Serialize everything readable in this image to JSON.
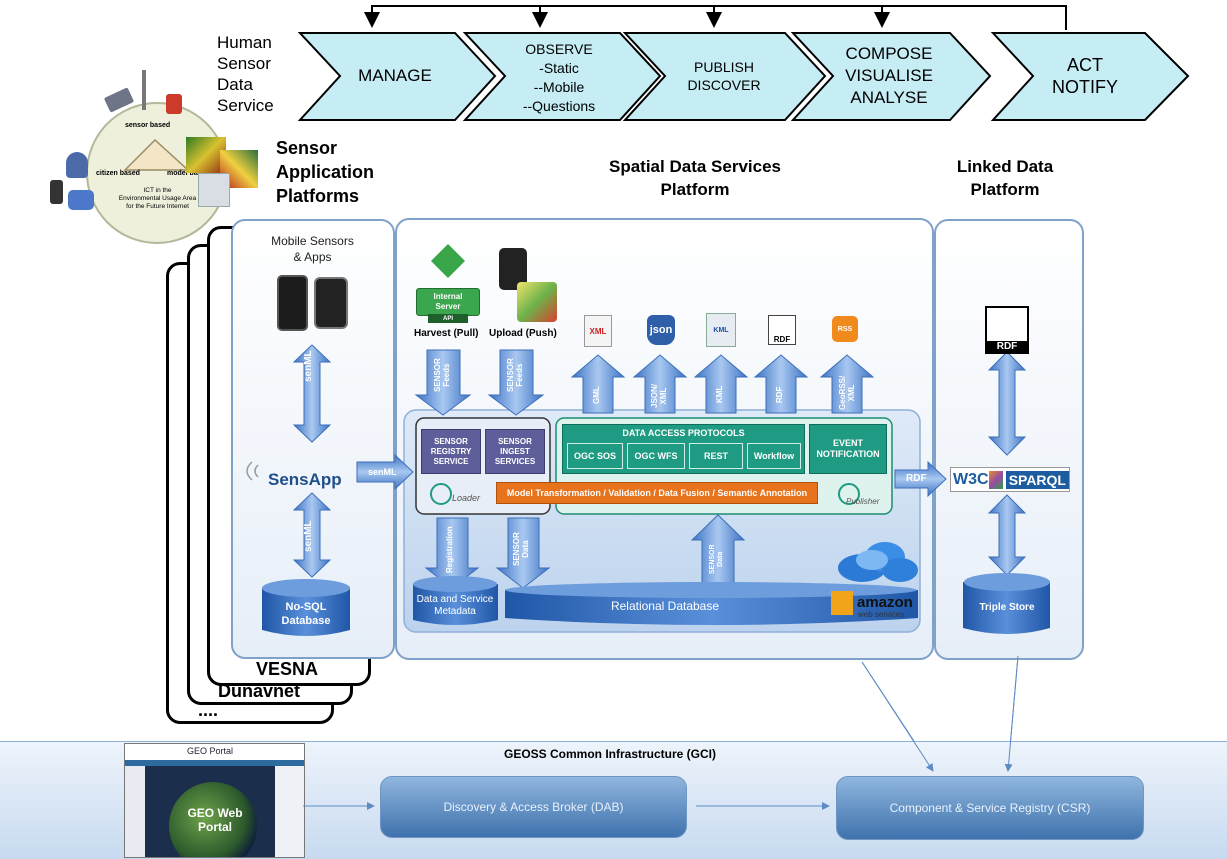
{
  "service_title": "Human\nSensor\nData\nService",
  "chevrons": [
    {
      "label": "MANAGE"
    },
    {
      "label": "OBSERVE\n-Static\n--Mobile\n--Questions"
    },
    {
      "label": "PUBLISH\nDISCOVER"
    },
    {
      "label": "COMPOSE\nVISUALISE\nANALYSE"
    },
    {
      "label": "ACT\nNOTIFY"
    }
  ],
  "circle_diagram": {
    "top": "sensor based",
    "left": "citizen based",
    "right": "model based",
    "caption": "ICT in the\nEnvironmental Usage Area\nfor the Future Internet"
  },
  "headings": {
    "sensor_platforms": "Sensor\nApplication\nPlatforms",
    "spatial": "Spatial Data Services\nPlatform",
    "linked": "Linked Data\nPlatform"
  },
  "mobile": {
    "title": "Mobile Sensors\n& Apps",
    "senml_top": "senML",
    "senml_bottom": "senML",
    "sensapp": "SensApp",
    "db": "No-SQL\nDatabase",
    "senml_right": "senML"
  },
  "stack_labels": [
    "VESNA",
    "Dunavnet",
    "...."
  ],
  "spatial": {
    "internal_server": "Internal\nServer",
    "api": "API",
    "harvest": "Harvest (Pull)",
    "upload": "Upload (Push)",
    "sensor_feeds_1": "SENSOR\nFeeds",
    "sensor_feeds_2": "SENSOR\nFeeds",
    "up_arrows": [
      "GML",
      "JSON/\nXML",
      "KML",
      "RDF",
      "GeoRSS/\nXML"
    ],
    "format_icons": [
      "XML",
      "json",
      "KML",
      "RDF",
      "RSS"
    ],
    "registry": "SENSOR\nREGISTRY\nSERVICE",
    "ingest": "SENSOR\nINGEST\nSERVICES",
    "loader": "Loader",
    "dap_title": "DATA ACCESS PROTOCOLS",
    "protocols": [
      "OGC SOS",
      "OGC WFS",
      "REST",
      "Workflow"
    ],
    "event": "EVENT\nNOTIFICATION",
    "model_transform": "Model Transformation / Validation / Data Fusion / Semantic Annotation",
    "publisher": "Publisher",
    "registration": "Registration",
    "sensor_data_1": "SENSOR\nData",
    "sensor_data_2": "SENSOR\nData",
    "metadata_db": "Data and Service\nMetadata",
    "relational_db": "Relational Database",
    "amazon": "amazon",
    "webservices": "web services",
    "rdf_out": "RDF"
  },
  "linked": {
    "rdf_icon": "RDF",
    "w3c": "W3C",
    "sparql": "SPARQL",
    "triple_store": "Triple Store"
  },
  "gci": {
    "title": "GEOSS Common Infrastructure (GCI)",
    "portal_title": "GEO Portal",
    "portal_label": "GEO Web\nPortal",
    "dab": "Discovery & Access Broker (DAB)",
    "csr": "Component & Service Registry (CSR)"
  },
  "colors": {
    "chevron_fill": "#c6ecf4",
    "teal": "#1e9b82",
    "purple": "#5e5f9a",
    "orange": "#e8731d",
    "arrow_blue": "#5b8fd6",
    "db_blue": "#2f66b3"
  }
}
